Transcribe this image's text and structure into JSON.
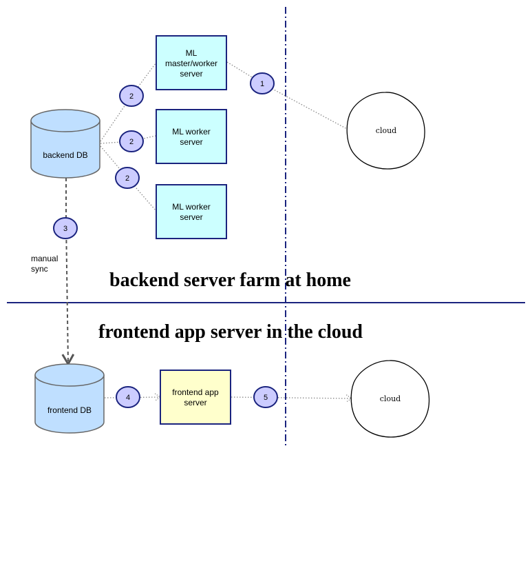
{
  "headings": {
    "backend": "backend server farm at home",
    "frontend": "frontend app server in the cloud"
  },
  "nodes": {
    "ml_master": [
      "ML",
      "master/worker",
      "server"
    ],
    "ml_worker_1": [
      "ML worker",
      "server"
    ],
    "ml_worker_2": [
      "ML worker",
      "server"
    ],
    "frontend_app": [
      "frontend app",
      "server"
    ],
    "backend_db": "backend DB",
    "frontend_db": "frontend DB",
    "cloud_top": "cloud",
    "cloud_bottom": "cloud"
  },
  "badges": {
    "b1": "1",
    "b2a": "2",
    "b2b": "2",
    "b2c": "2",
    "b3": "3",
    "b4": "4",
    "b5": "5"
  },
  "annotations": {
    "manual_sync": [
      "manual",
      "sync"
    ]
  },
  "colors": {
    "server_fill": "#ccffff",
    "frontend_fill": "#ffffcc",
    "db_fill": "#bfdfff",
    "badge_fill": "#ccccff",
    "border": "#1a237e",
    "divider": "#1a237e"
  }
}
